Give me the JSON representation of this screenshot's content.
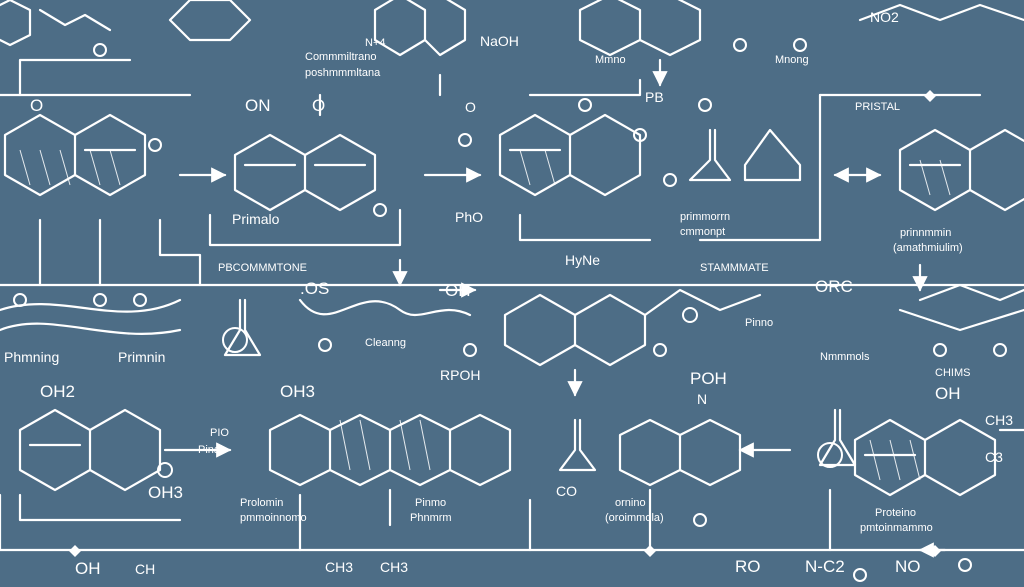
{
  "palette": {
    "background": "#4d6d86",
    "ink": "#ffffff"
  },
  "labels": {
    "naoh": "NaOH",
    "top_left_formula": "N+4",
    "commentary_1": "Commmiltrano",
    "commentary_2": "poshmmmltana",
    "mono_1": "Mmno",
    "mono_2": "Mnong",
    "pb": "PB",
    "no2_top": "NO2",
    "prstal": "PRISTAL",
    "o_left": "O",
    "on_mid": "ON",
    "o_mid": "O",
    "o_small": "O",
    "primalo": "Primalo",
    "pho": "PhO",
    "mid_box_1": "primmorrn",
    "mid_box_2": "cmmonpt",
    "h_n": "HyNe",
    "primnmmin": "prinnmmin",
    "anthracene_right": "(amathmiulim)",
    "pbcommtone": "PBCOMMMTONE",
    "stammate": "STAMMMATE",
    "os": ".OS",
    "oh_mid": "OH",
    "orc": "ORC",
    "pinno": "Pinno",
    "phmiing": "Phmning",
    "primin": "Primnin",
    "cleanng": "Cleanng",
    "nmmols": "Nmmmols",
    "chims": "CHIMS",
    "rpoh": "RPOH",
    "poh": "POH",
    "n_poh": "N",
    "oh2_left": "OH2",
    "oh2_a": "OH3",
    "pio": "PIO",
    "pinai": "Pinai",
    "oh_lower": "OH3",
    "co": "CO",
    "oh_right": "OH",
    "ch3": "CH3",
    "c3": "C3",
    "proloin_1": "Prolomin",
    "proloin_2": "pmmoinnomo",
    "pinmo_1": "Pinmo",
    "pinmo_2": "Phnmrm",
    "ornino_1": "ornino",
    "ornino_2": "(oroimmola)",
    "protein_1": "Proteino",
    "protein_2": "pmtoinmammo",
    "ch_bottom_1": "CH",
    "ch_bottom_2": "CH3",
    "ch_bottom_3": "CH3",
    "oh_bottom": "OH",
    "ro": "RO",
    "nco": "N-C2",
    "no": "NO",
    "o_bottom": "O"
  }
}
